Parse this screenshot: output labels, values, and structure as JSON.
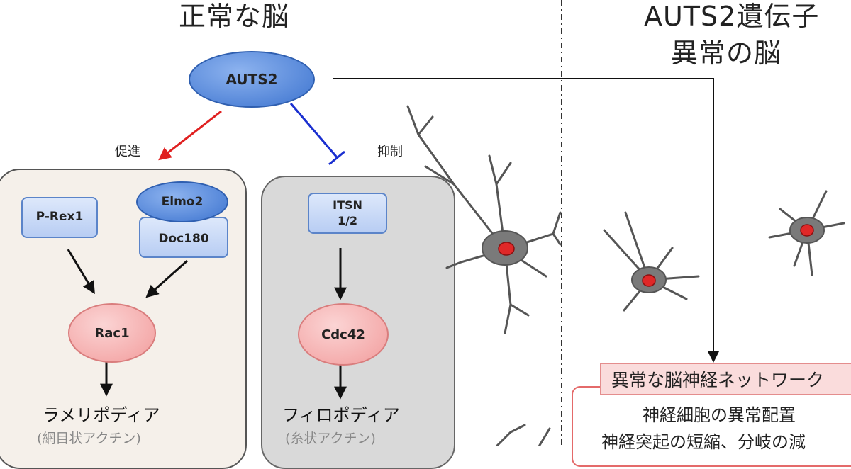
{
  "titles": {
    "normal_brain": "正常な脳",
    "abnormal_line1": "AUTS2遺伝子",
    "abnormal_line2": "異常の脳"
  },
  "nodes": {
    "auts2": "AUTS2",
    "prex1": "P-Rex1",
    "elmo2": "Elmo2",
    "doc180": "Doc180",
    "itsn_line1": "ITSN",
    "itsn_line2": "1/2",
    "rac1": "Rac1",
    "cdc42": "Cdc42"
  },
  "edge_labels": {
    "promote": "促進",
    "inhibit": "抑制"
  },
  "products": {
    "lamellipodia": "ラメリポディア",
    "lamellipodia_sub": "(網目状アクチン)",
    "filopodia": "フィロポディア",
    "filopodia_sub": "(糸状アクチン)"
  },
  "abnormal_box": {
    "header": "異常な脳神経ネットワーク",
    "line1": "神経細胞の異常配置",
    "line2": "神経突起の短縮、分岐の減"
  },
  "colors": {
    "promote_arrow": "#e02020",
    "inhibit_arrow": "#1a2fd0",
    "neuron_body": "#7a7a7a",
    "neuron_nucleus": "#e02828"
  }
}
